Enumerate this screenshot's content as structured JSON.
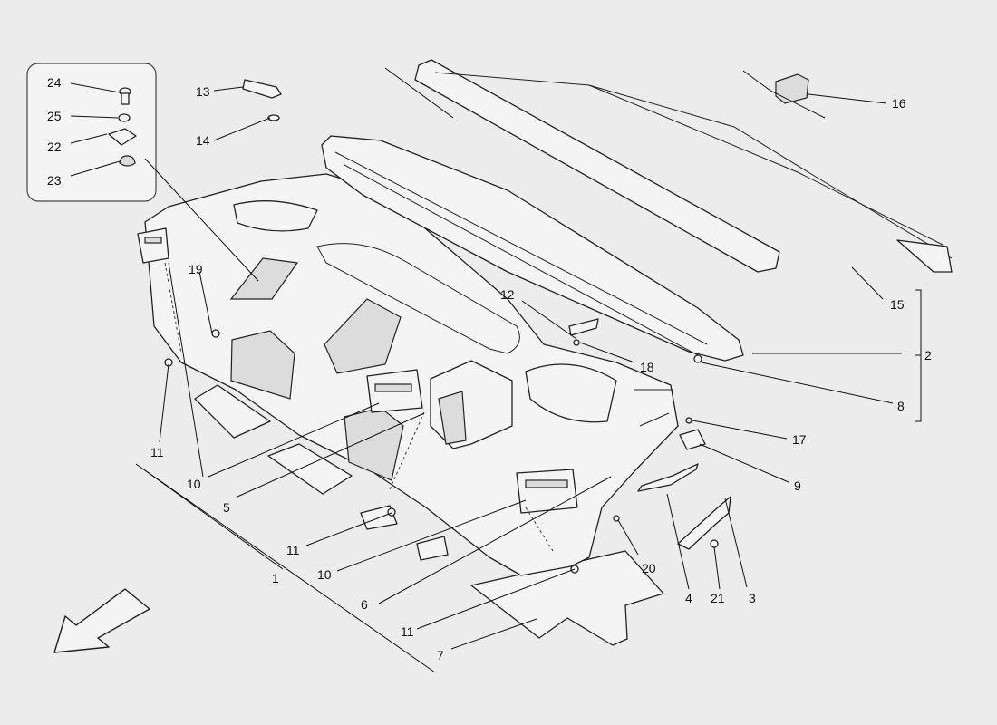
{
  "callouts": [
    {
      "id": "c1",
      "label": "1"
    },
    {
      "id": "c2",
      "label": "2"
    },
    {
      "id": "c3",
      "label": "3"
    },
    {
      "id": "c4",
      "label": "4"
    },
    {
      "id": "c5",
      "label": "5"
    },
    {
      "id": "c6",
      "label": "6"
    },
    {
      "id": "c7",
      "label": "7"
    },
    {
      "id": "c8",
      "label": "8"
    },
    {
      "id": "c9",
      "label": "9"
    },
    {
      "id": "c10a",
      "label": "10"
    },
    {
      "id": "c10b",
      "label": "10"
    },
    {
      "id": "c11a",
      "label": "11"
    },
    {
      "id": "c11b",
      "label": "11"
    },
    {
      "id": "c11c",
      "label": "11"
    },
    {
      "id": "c12",
      "label": "12"
    },
    {
      "id": "c13",
      "label": "13"
    },
    {
      "id": "c14",
      "label": "14"
    },
    {
      "id": "c15",
      "label": "15"
    },
    {
      "id": "c16",
      "label": "16"
    },
    {
      "id": "c17",
      "label": "17"
    },
    {
      "id": "c18",
      "label": "18"
    },
    {
      "id": "c19",
      "label": "19"
    },
    {
      "id": "c20",
      "label": "20"
    },
    {
      "id": "c21",
      "label": "21"
    },
    {
      "id": "c22",
      "label": "22"
    },
    {
      "id": "c23",
      "label": "23"
    },
    {
      "id": "c24",
      "label": "24"
    },
    {
      "id": "c25",
      "label": "25"
    }
  ],
  "icons": {
    "direction_arrow": "arrow-front-left-icon"
  }
}
